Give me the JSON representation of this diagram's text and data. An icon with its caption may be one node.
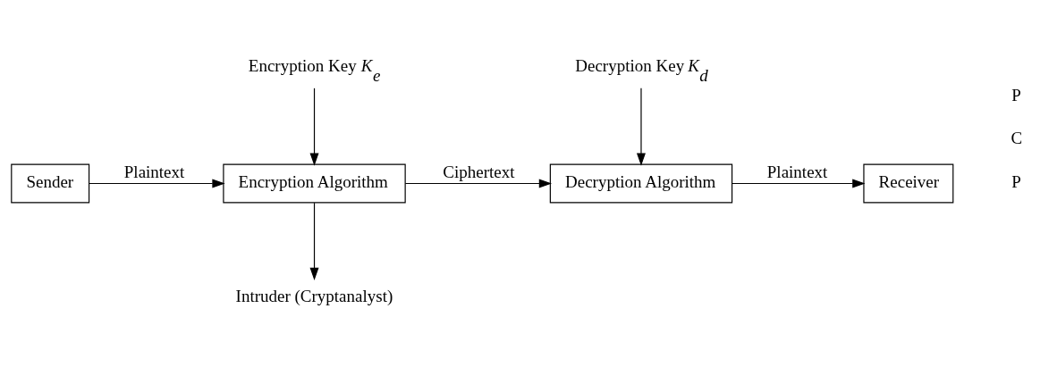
{
  "diagram": {
    "nodes": [
      {
        "text": [
          "Sender"
        ]
      },
      {
        "text": [
          "Encryption Algorithm"
        ]
      },
      {
        "text": [
          "Decryption Algorithm"
        ]
      },
      {
        "text": [
          "Receiver"
        ]
      },
      {
        "text": [
          "Intruder (Cryptanalyst)"
        ]
      },
      {
        "text": [
          "Encryption Key *K*$_{e}$"
        ]
      },
      {
        "text": [
          "Decryption Key *K*$_{d}$"
        ]
      }
    ],
    "edges": [
      {
        "from": 0,
        "to": 1,
        "arrow": "to",
        "label": "Plaintext"
      },
      {
        "from": 1,
        "to": 2,
        "arrow": "to",
        "label": "Ciphertext"
      },
      {
        "from": 2,
        "to": 3,
        "arrow": "to",
        "label": "Plaintext"
      },
      {
        "from": 1,
        "to": 4,
        "arrow": "to"
      },
      {
        "from": 5,
        "to": 1,
        "arrow": "to"
      },
      {
        "from": 6,
        "to": 2,
        "arrow": "to"
      }
    ],
    "labels": [
      "P",
      "C",
      "P"
    ]
  }
}
